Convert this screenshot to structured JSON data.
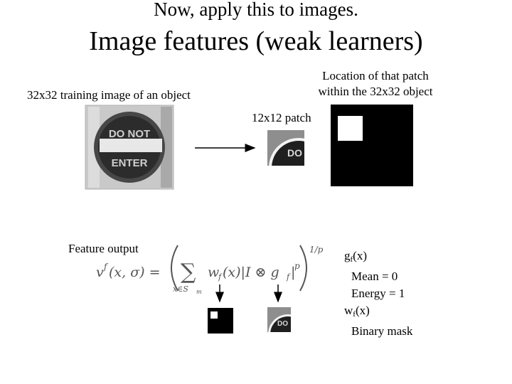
{
  "slide": {
    "subtitle": "Now, apply this to images.",
    "title": "Image features (weak learners)",
    "training_label": "32x32 training image of an object",
    "location_label_line1": "Location of that patch",
    "location_label_line2": "within the 32x32 object",
    "patch_label": "12x12 patch",
    "feature_output_label": "Feature output",
    "sign_text_line1": "DO NOT",
    "sign_text_line2": "ENTER",
    "patch_text": "DO"
  },
  "legend": {
    "g_var": "g",
    "g_sub": "f",
    "g_arg": "(x)",
    "g_mean": "Mean = 0",
    "g_energy": "Energy = 1",
    "w_var": "w",
    "w_sub": "f",
    "w_arg": "(x)",
    "w_desc": "Binary mask"
  },
  "formula": {
    "lhs": "v",
    "lhs_sup": "f",
    "lhs_args": "(x, σ) =",
    "sum": "∑",
    "sum_index": "x∈S",
    "sum_index_sub": "m",
    "term_w": "w",
    "term_w_sub": "f",
    "term_mid": "(x)|I ⊗ g",
    "term_g_sub": "f",
    "term_end": "|",
    "power_p": "p",
    "outer_exp": "1/p"
  }
}
